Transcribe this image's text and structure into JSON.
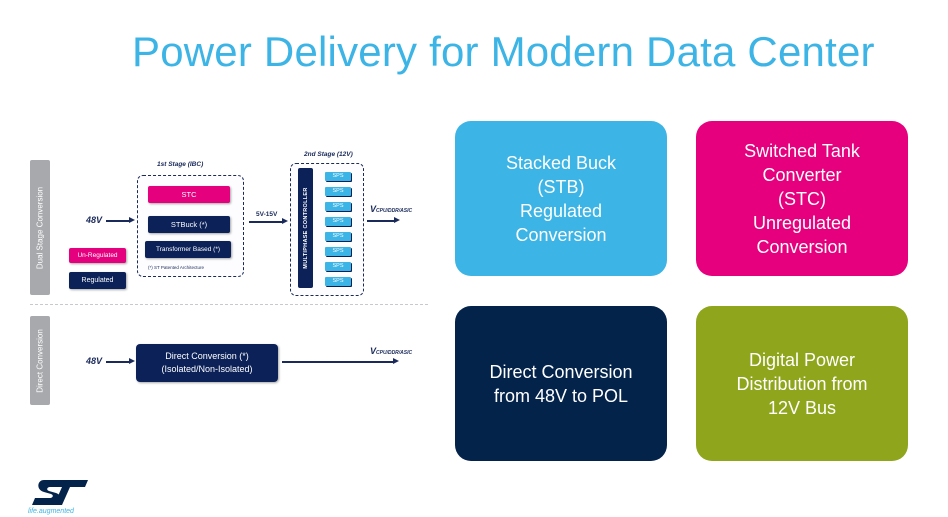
{
  "title": "Power Delivery for Modern Data Center",
  "diagram": {
    "dual_stage_tab": "Dual Stage Conversion",
    "direct_tab": "Direct Conversion",
    "stage1_label": "1st Stage (IBC)",
    "stage2_label": "2nd Stage (12V)",
    "input_voltage": "48V",
    "intermediate_voltage": "5V-15V",
    "output_voltage_main": "V",
    "output_voltage_sub": "CPU/DDR/ASIC",
    "stage1_blocks": [
      "STC",
      "STBuck (*)",
      "Transformer Based (*)"
    ],
    "patent_note": "(*) ST Patented Architecture",
    "legend": {
      "unregulated": "Un-Regulated",
      "regulated": "Regulated"
    },
    "multiphase_controller": "MULTIPHASE CONTROLLER",
    "sps_blocks": [
      "SPS",
      "SPS",
      "SPS",
      "SPS",
      "SPS",
      "SPS",
      "SPS",
      "SPS"
    ],
    "direct_block_line1": "Direct Conversion (*)",
    "direct_block_line2": "(Isolated/Non-Isolated)"
  },
  "cards": [
    {
      "text": "Stacked Buck\n(STB)\nRegulated\nConversion",
      "color": "#3cb4e5"
    },
    {
      "text": "Switched Tank\nConverter\n(STC)\nUnregulated\nConversion",
      "color": "#e6007e"
    },
    {
      "text": "Direct Conversion\nfrom 48V to POL",
      "color": "#03234b"
    },
    {
      "text": "Digital Power\nDistribution from\n12V Bus",
      "color": "#8fa51c"
    }
  ],
  "logo": {
    "name": "ST",
    "tagline": "life.augmented",
    "color": "#03234b"
  }
}
